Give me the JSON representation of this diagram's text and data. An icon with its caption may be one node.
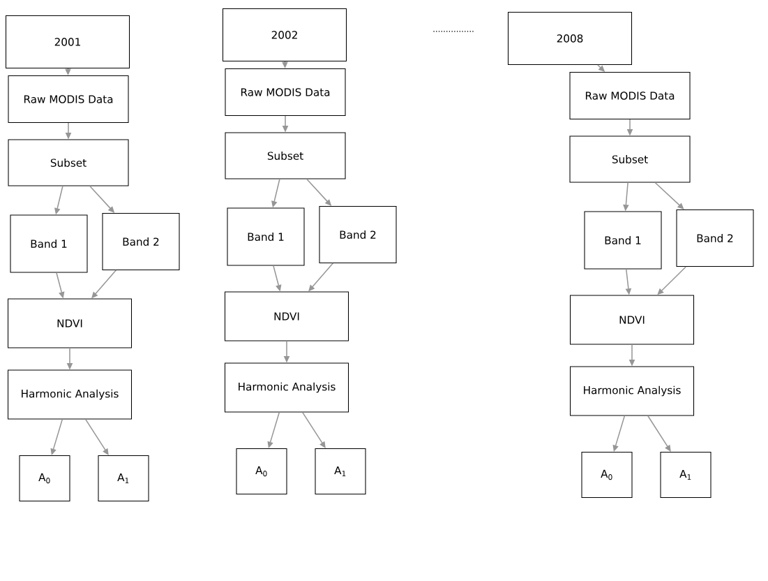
{
  "diagram": {
    "nodes": [
      {
        "text": [
          "2001"
        ]
      },
      {
        "text": [
          "Raw MODIS  Data"
        ]
      },
      {
        "text": [
          "Subset"
        ]
      },
      {
        "text": [
          "Band 1"
        ]
      },
      {
        "text": [
          "Band 2"
        ]
      },
      {
        "text": [
          "NDVI"
        ]
      },
      {
        "text": [
          "Harmonic Analysis"
        ]
      },
      {
        "text": [
          "A$_{0}$"
        ]
      },
      {
        "text": [
          "A$_{1}$"
        ]
      },
      {
        "text": [
          "2002"
        ]
      },
      {
        "text": [
          "Raw MODIS  Data"
        ]
      },
      {
        "text": [
          "Subset"
        ]
      },
      {
        "text": [
          "Band 1"
        ]
      },
      {
        "text": [
          "Band 2"
        ]
      },
      {
        "text": [
          "NDVI"
        ]
      },
      {
        "text": [
          "Harmonic Analysis"
        ]
      },
      {
        "text": [
          "A$_{0}$"
        ]
      },
      {
        "text": [
          "A$_{1}$"
        ]
      },
      {
        "text": [
          "2008"
        ]
      },
      {
        "text": [
          "Raw MODIS  Data"
        ]
      },
      {
        "text": [
          "Subset"
        ]
      },
      {
        "text": [
          "Band 1"
        ]
      },
      {
        "text": [
          "Band 2"
        ]
      },
      {
        "text": [
          "NDVI"
        ]
      },
      {
        "text": [
          "Harmonic Analysis"
        ]
      },
      {
        "text": [
          "A$_{0}$"
        ]
      },
      {
        "text": [
          "A$_{1}$"
        ]
      }
    ],
    "edges": [
      {
        "from": 0,
        "to": 1,
        "arrow": "to"
      },
      {
        "from": 1,
        "to": 2,
        "arrow": "to"
      },
      {
        "from": 2,
        "to": 3,
        "arrow": "to"
      },
      {
        "from": 2,
        "to": 4,
        "arrow": "to"
      },
      {
        "from": 3,
        "to": 5,
        "arrow": "to"
      },
      {
        "from": 4,
        "to": 5,
        "arrow": "to"
      },
      {
        "from": 5,
        "to": 6,
        "arrow": "to"
      },
      {
        "from": 6,
        "to": 7,
        "arrow": "to"
      },
      {
        "from": 6,
        "to": 8,
        "arrow": "to"
      },
      {
        "from": 9,
        "to": 10,
        "arrow": "to"
      },
      {
        "from": 10,
        "to": 11,
        "arrow": "to"
      },
      {
        "from": 11,
        "to": 12,
        "arrow": "to"
      },
      {
        "from": 11,
        "to": 13,
        "arrow": "to"
      },
      {
        "from": 12,
        "to": 14,
        "arrow": "to"
      },
      {
        "from": 13,
        "to": 14,
        "arrow": "to"
      },
      {
        "from": 14,
        "to": 15,
        "arrow": "to"
      },
      {
        "from": 15,
        "to": 16,
        "arrow": "to"
      },
      {
        "from": 15,
        "to": 17,
        "arrow": "to"
      },
      {
        "from": 18,
        "to": 19,
        "arrow": "to"
      },
      {
        "from": 19,
        "to": 20,
        "arrow": "to"
      },
      {
        "from": 20,
        "to": 21,
        "arrow": "to"
      },
      {
        "from": 20,
        "to": 22,
        "arrow": "to"
      },
      {
        "from": 21,
        "to": 23,
        "arrow": "to"
      },
      {
        "from": 22,
        "to": 23,
        "arrow": "to"
      },
      {
        "from": 23,
        "to": 24,
        "arrow": "to"
      },
      {
        "from": 24,
        "to": 25,
        "arrow": "to"
      },
      {
        "from": 24,
        "to": 26,
        "arrow": "to"
      }
    ],
    "labels": [
      "................"
    ]
  }
}
